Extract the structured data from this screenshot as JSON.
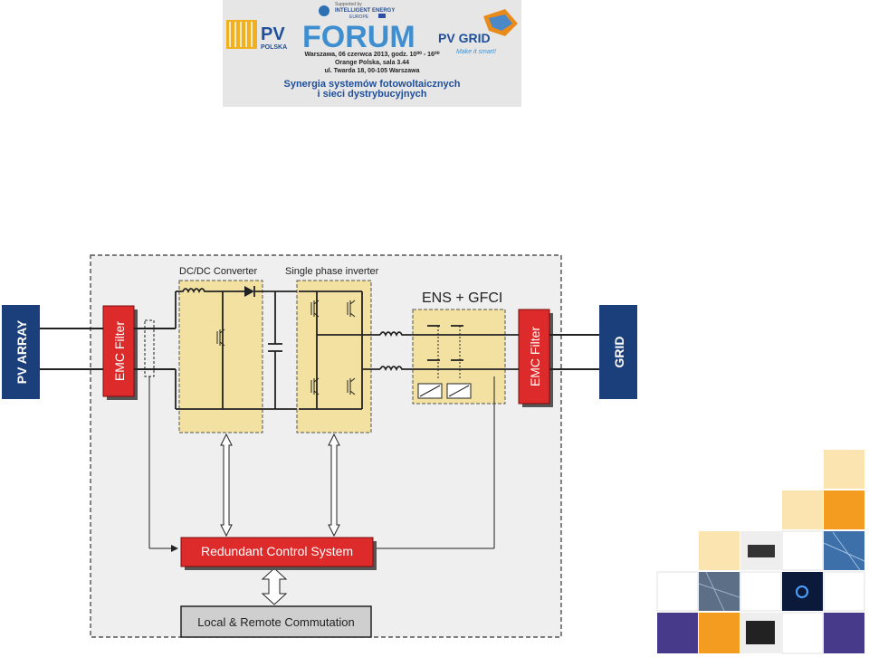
{
  "banner": {
    "supported_by": "Supported by",
    "iee_line1": "INTELLIGENT ENERGY",
    "iee_line2": "EUROPE",
    "pv_logo_big": "PV",
    "pv_logo_small": "POLSKA",
    "forum_title": "FORUM",
    "pvgrid_logo": "PV GRID",
    "pvgrid_tagline": "Make it smart!",
    "event_line1": "Warszawa, 06 czerwca 2013, godz. 10⁰⁰ - 16⁰⁰",
    "event_line2": "Orange Polska, sala 3.44",
    "event_line3": "ul. Twarda 18, 00-105 Warszawa",
    "subtitle_line1": "Synergia systemów fotowoltaicznych",
    "subtitle_line2": "i sieci dystrybucyjnych"
  },
  "diagram": {
    "pv_array_label": "PV ARRAY",
    "grid_label": "GRID",
    "emc_filter_left": "EMC Filter",
    "emc_filter_right": "EMC Filter",
    "dcdc_label": "DC/DC Converter",
    "inverter_label": "Single phase inverter",
    "ens_label": "ENS + GFCI",
    "control_label": "Redundant Control System",
    "commutation_label": "Local & Remote Commutation"
  },
  "colors": {
    "red_box": "#dd2a2a",
    "navy_box": "#1a3f7a",
    "yellow_box": "#f2e1a0",
    "enclosure_bg": "#efefef",
    "commutation_bg": "#cfcfcf"
  }
}
